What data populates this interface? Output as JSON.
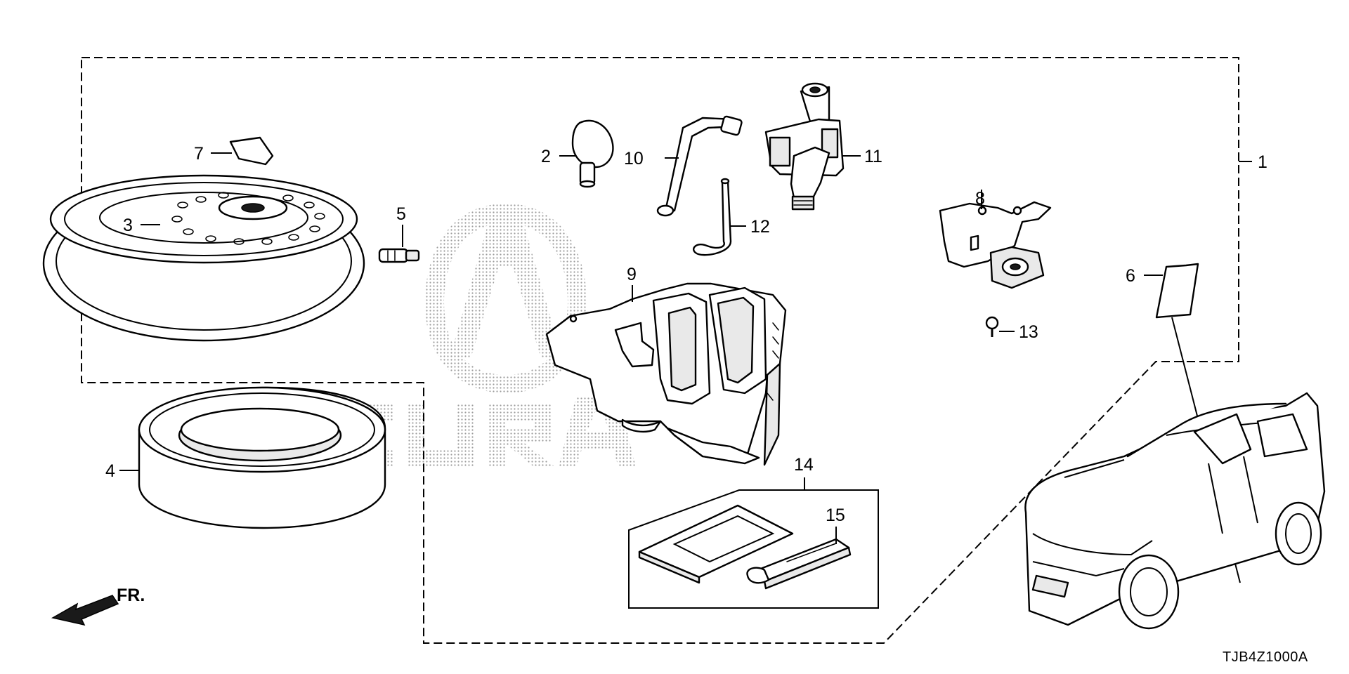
{
  "diagram": {
    "part_code": "TJB4Z1000A",
    "direction_label": "FR.",
    "watermark": "ACURA",
    "callouts": [
      {
        "id": "c1",
        "text": "1"
      },
      {
        "id": "c2",
        "text": "2"
      },
      {
        "id": "c3",
        "text": "3"
      },
      {
        "id": "c4",
        "text": "4"
      },
      {
        "id": "c5",
        "text": "5"
      },
      {
        "id": "c6",
        "text": "6"
      },
      {
        "id": "c7",
        "text": "7"
      },
      {
        "id": "c8",
        "text": "8"
      },
      {
        "id": "c9",
        "text": "9"
      },
      {
        "id": "c10",
        "text": "10"
      },
      {
        "id": "c11",
        "text": "11"
      },
      {
        "id": "c12",
        "text": "12"
      },
      {
        "id": "c13",
        "text": "13"
      },
      {
        "id": "c14",
        "text": "14"
      },
      {
        "id": "c15",
        "text": "15"
      }
    ]
  }
}
